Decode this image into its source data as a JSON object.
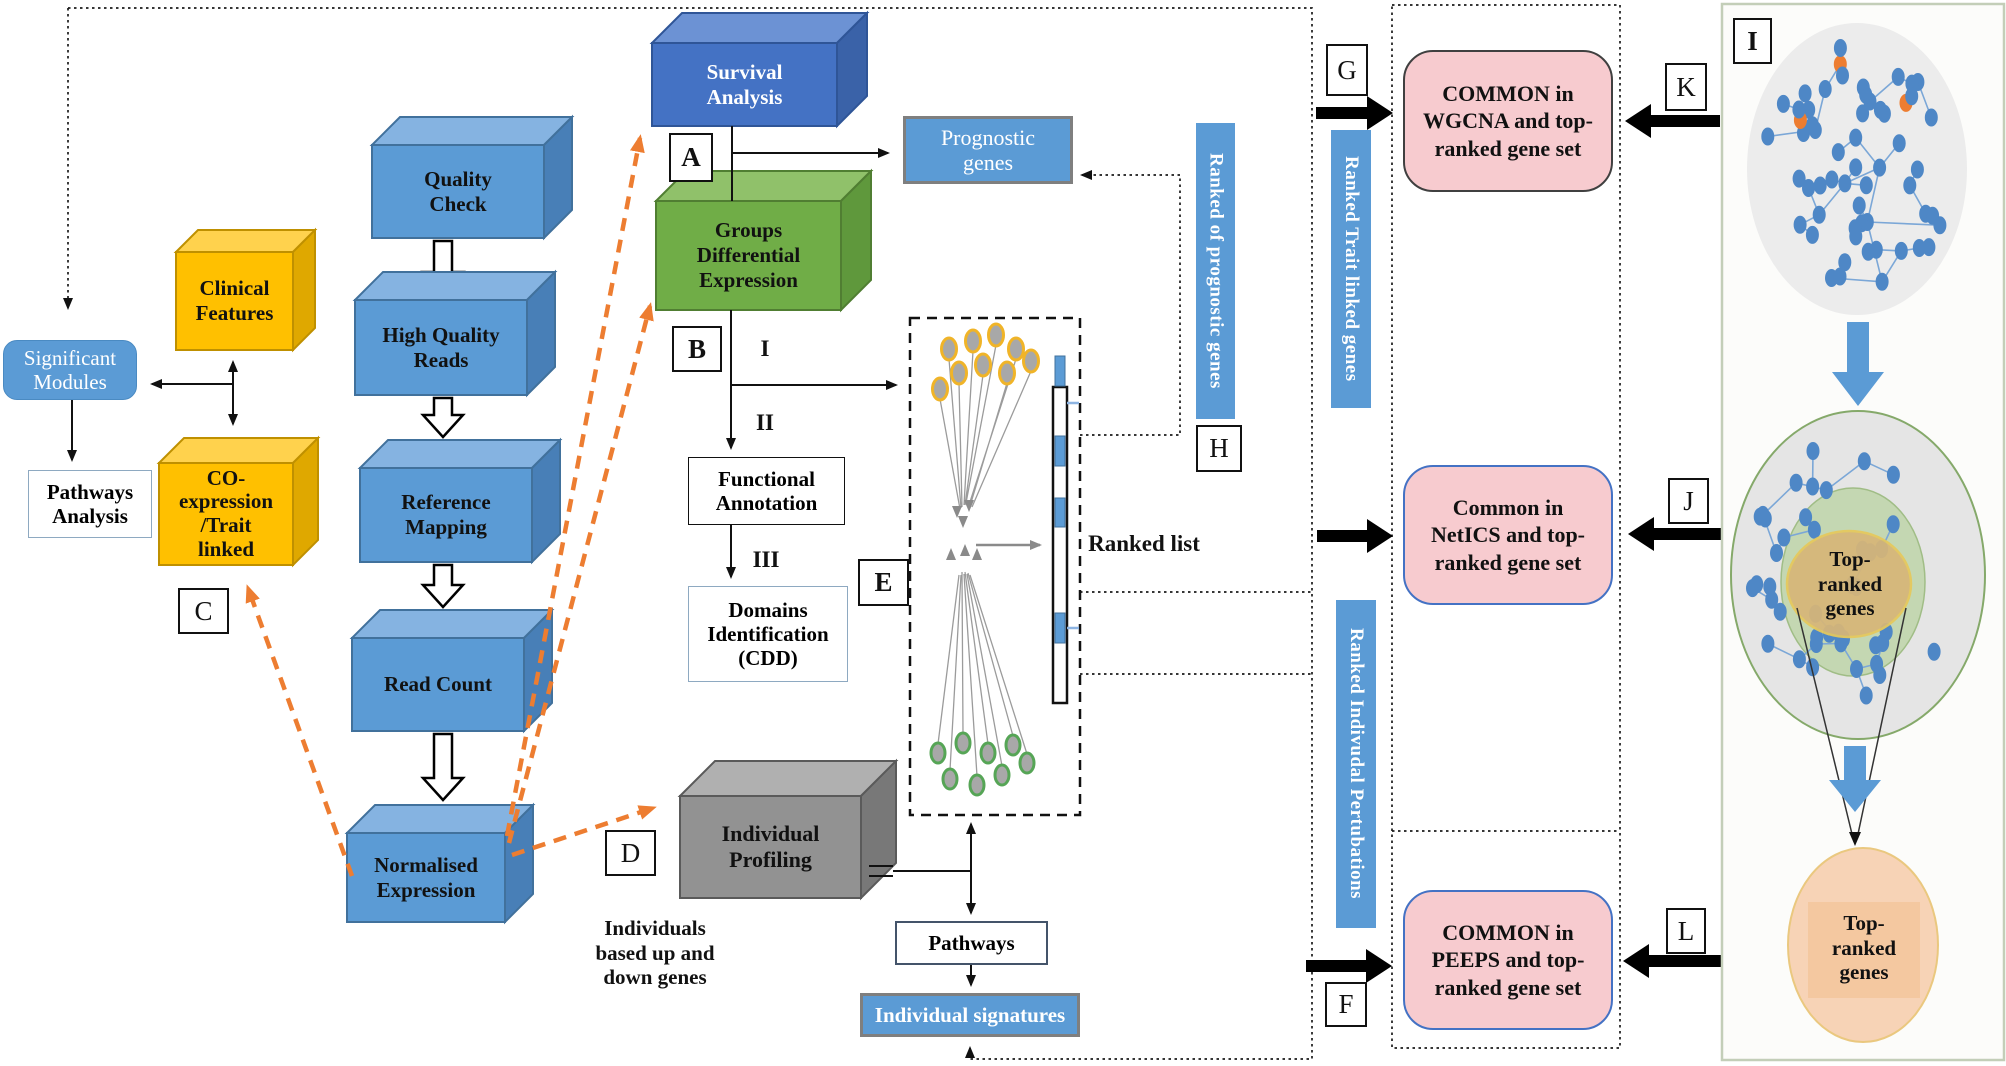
{
  "left_branch": {
    "significant_modules": "Significant\nModules",
    "clinical_features": "Clinical\nFeatures",
    "coexpression_trait": "CO-\nexpression\n/Trait\nlinked",
    "pathways_analysis": "Pathways\nAnalysis"
  },
  "pipeline": {
    "quality_check": "Quality\nCheck",
    "high_quality_reads": "High Quality\nReads",
    "reference_mapping": "Reference\nMapping",
    "read_count": "Read Count",
    "normalised_expression": "Normalised\nExpression"
  },
  "analysis": {
    "survival_analysis": "Survival\nAnalysis",
    "groups_differential_expression": "Groups\nDifferential\nExpression",
    "prognostic_genes": "Prognostic\ngenes",
    "functional_annotation": "Functional\nAnnotation",
    "domains_identification": "Domains\nIdentification\n(CDD)",
    "step_i": "I",
    "step_ii": "II",
    "step_iii": "III",
    "ranked_list": "Ranked list"
  },
  "individual": {
    "profiling": "Individual\nProfiling",
    "caption": "Individuals\nbased up and\ndown genes",
    "pathways": "Pathways",
    "signatures": "Individual  signatures"
  },
  "bars": {
    "ranked_prognostic": "Ranked  of prognostic genes",
    "ranked_trait": "Ranked Trait  linked genes",
    "ranked_perturbations": "Ranked Indivudal Pertubations"
  },
  "results": {
    "common_wgcna": "COMMON in WGCNA and top-ranked gene set",
    "common_netics": "Common in NetICS and top-ranked gene set",
    "common_peeps": "COMMON in PEEPS and top-ranked gene set"
  },
  "network_panel": {
    "top_ranked_mid": "Top-\nranked\ngenes",
    "top_ranked_bottom": "Top-\nranked\ngenes"
  },
  "labels": {
    "a": "A",
    "b": "B",
    "c": "C",
    "d": "D",
    "e": "E",
    "f": "F",
    "g": "G",
    "h": "H",
    "i": "I",
    "j": "J",
    "k": "K",
    "l": "L"
  },
  "colors": {
    "accent_blue": "#5B9BD5",
    "dark_blue": "#4472C4",
    "green": "#70AD47",
    "gold": "#FFC000",
    "gray": "#8C8C8C",
    "pink": "#F7CBCF",
    "orange_dash": "#ED7D31"
  }
}
